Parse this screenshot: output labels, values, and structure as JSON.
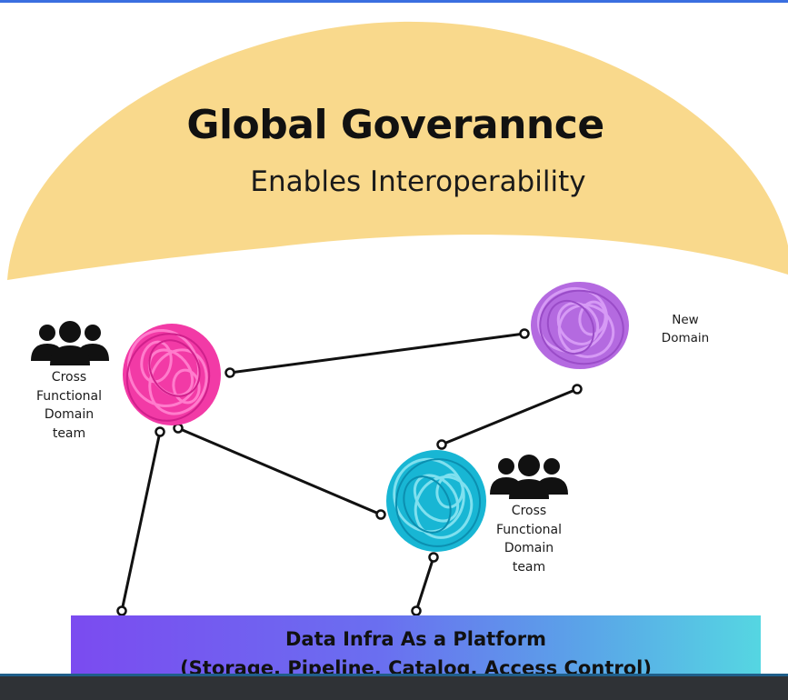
{
  "governance": {
    "title": "Global Goverannce",
    "subtitle": "Enables Interoperability"
  },
  "teams": [
    {
      "label": "Cross\nFunctional\nDomain\nteam"
    },
    {
      "label": "Cross\nFunctional\nDomain\nteam"
    }
  ],
  "new_domain": {
    "label": "New\nDomain"
  },
  "platform": {
    "line1": "Data Infra As a Platform",
    "line2": "(Storage, Pipeline, Catalog, Access Control)"
  },
  "colors": {
    "governance_dome": "#f9d98c",
    "domain_pink": "#f23aa6",
    "domain_purple": "#b46ae0",
    "domain_cyan": "#18b6d4",
    "connector": "#111111",
    "platform_start": "#7b4bf0",
    "platform_end": "#55d6e2"
  },
  "icons": {
    "team": "people-group-icon",
    "domain": "scribble-circle-icon"
  }
}
